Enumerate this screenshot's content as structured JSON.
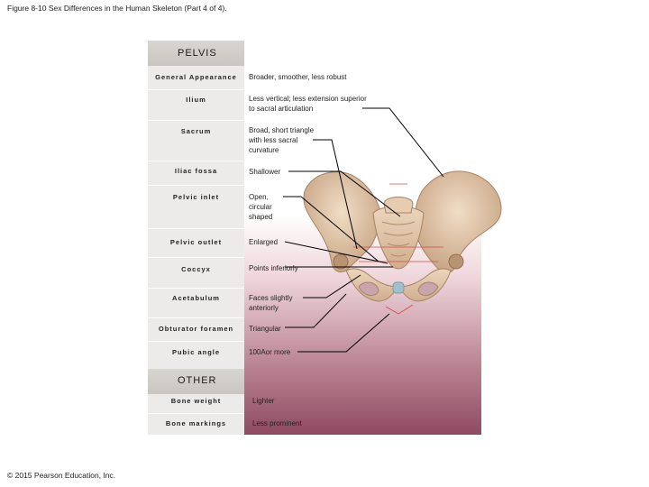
{
  "figure_caption": "Figure 8-10 Sex Differences in the Human Skeleton (Part 4 of 4).",
  "copyright": "© 2015 Pearson Education, Inc.",
  "pelvis": {
    "title": "PELVIS",
    "rows": [
      {
        "feature": "General Appearance",
        "description": "Broader, smoother, less robust"
      },
      {
        "feature": "Ilium",
        "description": "Less vertical; less extension superior to sacral articulation"
      },
      {
        "feature": "Sacrum",
        "description": "Broad, short triangle with less sacral curvature"
      },
      {
        "feature": "Iliac fossa",
        "description": "Shallower"
      },
      {
        "feature": "Pelvic inlet",
        "description": "Open, circular shaped"
      },
      {
        "feature": "Pelvic outlet",
        "description": "Enlarged"
      },
      {
        "feature": "Coccyx",
        "description": "Points inferiorly"
      },
      {
        "feature": "Acetabulum",
        "description": "Faces slightly anteriorly"
      },
      {
        "feature": "Obturator foramen",
        "description": "Triangular"
      },
      {
        "feature": "Pubic angle",
        "description": "100Aor more"
      }
    ]
  },
  "other": {
    "title": "OTHER",
    "rows": [
      {
        "feature": "Bone weight",
        "description": "Lighter"
      },
      {
        "feature": "Bone markings",
        "description": "Less prominent"
      }
    ]
  },
  "colors": {
    "bone": "#e3c9ad",
    "bone_shadow": "#b89574",
    "inlet_line": "#d44a4a",
    "leader_line": "#000000"
  }
}
